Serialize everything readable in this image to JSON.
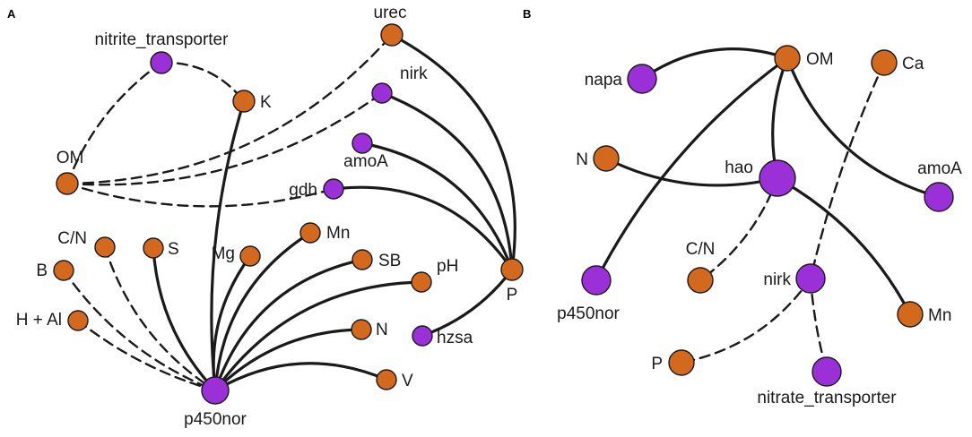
{
  "colors": {
    "orange": "#D2691E",
    "purple": "#9B30D9",
    "edge": "#1a1a1a"
  },
  "legend_note": "",
  "panels": [
    {
      "id": "A",
      "letter": "A",
      "nodes": [
        {
          "id": "A-p450nor",
          "label": "p450nor",
          "kind": "purple"
        },
        {
          "id": "A-nitrite_transporter",
          "label": "nitrite_transporter",
          "kind": "purple"
        },
        {
          "id": "A-K",
          "label": "K",
          "kind": "orange"
        },
        {
          "id": "A-urec",
          "label": "urec",
          "kind": "orange"
        },
        {
          "id": "A-nirk",
          "label": "nirk",
          "kind": "purple"
        },
        {
          "id": "A-amoA",
          "label": "amoA",
          "kind": "purple"
        },
        {
          "id": "A-gdh",
          "label": "gdh",
          "kind": "purple"
        },
        {
          "id": "A-OM",
          "label": "OM",
          "kind": "orange"
        },
        {
          "id": "A-C/N",
          "label": "C/N",
          "kind": "orange"
        },
        {
          "id": "A-B",
          "label": "B",
          "kind": "orange"
        },
        {
          "id": "A-H+Al",
          "label": "H + Al",
          "kind": "orange"
        },
        {
          "id": "A-S",
          "label": "S",
          "kind": "orange"
        },
        {
          "id": "A-Mg",
          "label": "Mg",
          "kind": "orange"
        },
        {
          "id": "A-Mn",
          "label": "Mn",
          "kind": "orange"
        },
        {
          "id": "A-SB",
          "label": "SB",
          "kind": "orange"
        },
        {
          "id": "A-pH",
          "label": "pH",
          "kind": "orange"
        },
        {
          "id": "A-N",
          "label": "N",
          "kind": "orange"
        },
        {
          "id": "A-V",
          "label": "V",
          "kind": "orange"
        },
        {
          "id": "A-P",
          "label": "P",
          "kind": "orange"
        },
        {
          "id": "A-hzsa",
          "label": "hzsa",
          "kind": "purple"
        }
      ],
      "edges": [
        {
          "from": "A-nitrite_transporter",
          "to": "A-K",
          "sign": "negative"
        },
        {
          "from": "A-nitrite_transporter",
          "to": "A-OM",
          "sign": "negative"
        },
        {
          "from": "A-OM",
          "to": "A-urec",
          "sign": "negative"
        },
        {
          "from": "A-OM",
          "to": "A-nirk",
          "sign": "negative"
        },
        {
          "from": "A-OM",
          "to": "A-gdh",
          "sign": "negative"
        },
        {
          "from": "A-K",
          "to": "A-p450nor",
          "sign": "positive"
        },
        {
          "from": "A-urec",
          "to": "A-P",
          "sign": "positive"
        },
        {
          "from": "A-nirk",
          "to": "A-P",
          "sign": "positive"
        },
        {
          "from": "A-amoA",
          "to": "A-P",
          "sign": "positive"
        },
        {
          "from": "A-gdh",
          "to": "A-P",
          "sign": "positive"
        },
        {
          "from": "A-P",
          "to": "A-hzsa",
          "sign": "positive"
        },
        {
          "from": "A-C/N",
          "to": "A-p450nor",
          "sign": "negative"
        },
        {
          "from": "A-B",
          "to": "A-p450nor",
          "sign": "negative"
        },
        {
          "from": "A-H+Al",
          "to": "A-p450nor",
          "sign": "negative"
        },
        {
          "from": "A-S",
          "to": "A-p450nor",
          "sign": "positive"
        },
        {
          "from": "A-Mg",
          "to": "A-p450nor",
          "sign": "positive"
        },
        {
          "from": "A-Mn",
          "to": "A-p450nor",
          "sign": "positive"
        },
        {
          "from": "A-SB",
          "to": "A-p450nor",
          "sign": "positive"
        },
        {
          "from": "A-pH",
          "to": "A-p450nor",
          "sign": "positive"
        },
        {
          "from": "A-N",
          "to": "A-p450nor",
          "sign": "positive"
        },
        {
          "from": "A-V",
          "to": "A-p450nor",
          "sign": "positive"
        }
      ]
    },
    {
      "id": "B",
      "letter": "B",
      "nodes": [
        {
          "id": "B-OM",
          "label": "OM",
          "kind": "orange"
        },
        {
          "id": "B-napa",
          "label": "napa",
          "kind": "purple"
        },
        {
          "id": "B-Ca",
          "label": "Ca",
          "kind": "orange"
        },
        {
          "id": "B-N",
          "label": "N",
          "kind": "orange"
        },
        {
          "id": "B-hao",
          "label": "hao",
          "kind": "purple"
        },
        {
          "id": "B-amoA",
          "label": "amoA",
          "kind": "purple"
        },
        {
          "id": "B-C/N",
          "label": "C/N",
          "kind": "orange"
        },
        {
          "id": "B-p450nor",
          "label": "p450nor",
          "kind": "purple"
        },
        {
          "id": "B-nirk",
          "label": "nirk",
          "kind": "purple"
        },
        {
          "id": "B-Mn",
          "label": "Mn",
          "kind": "orange"
        },
        {
          "id": "B-P",
          "label": "P",
          "kind": "orange"
        },
        {
          "id": "B-nitrate_transporter",
          "label": "nitrate_transporter",
          "kind": "purple"
        }
      ],
      "edges": [
        {
          "from": "B-OM",
          "to": "B-napa",
          "sign": "positive"
        },
        {
          "from": "B-OM",
          "to": "B-p450nor",
          "sign": "positive"
        },
        {
          "from": "B-OM",
          "to": "B-hao",
          "sign": "positive"
        },
        {
          "from": "B-OM",
          "to": "B-amoA",
          "sign": "positive"
        },
        {
          "from": "B-N",
          "to": "B-hao",
          "sign": "positive"
        },
        {
          "from": "B-hao",
          "to": "B-Mn",
          "sign": "positive"
        },
        {
          "from": "B-hao",
          "to": "B-C/N",
          "sign": "negative"
        },
        {
          "from": "B-Ca",
          "to": "B-nirk",
          "sign": "negative"
        },
        {
          "from": "B-nirk",
          "to": "B-P",
          "sign": "negative"
        },
        {
          "from": "B-nirk",
          "to": "B-nitrate_transporter",
          "sign": "negative"
        }
      ]
    }
  ]
}
